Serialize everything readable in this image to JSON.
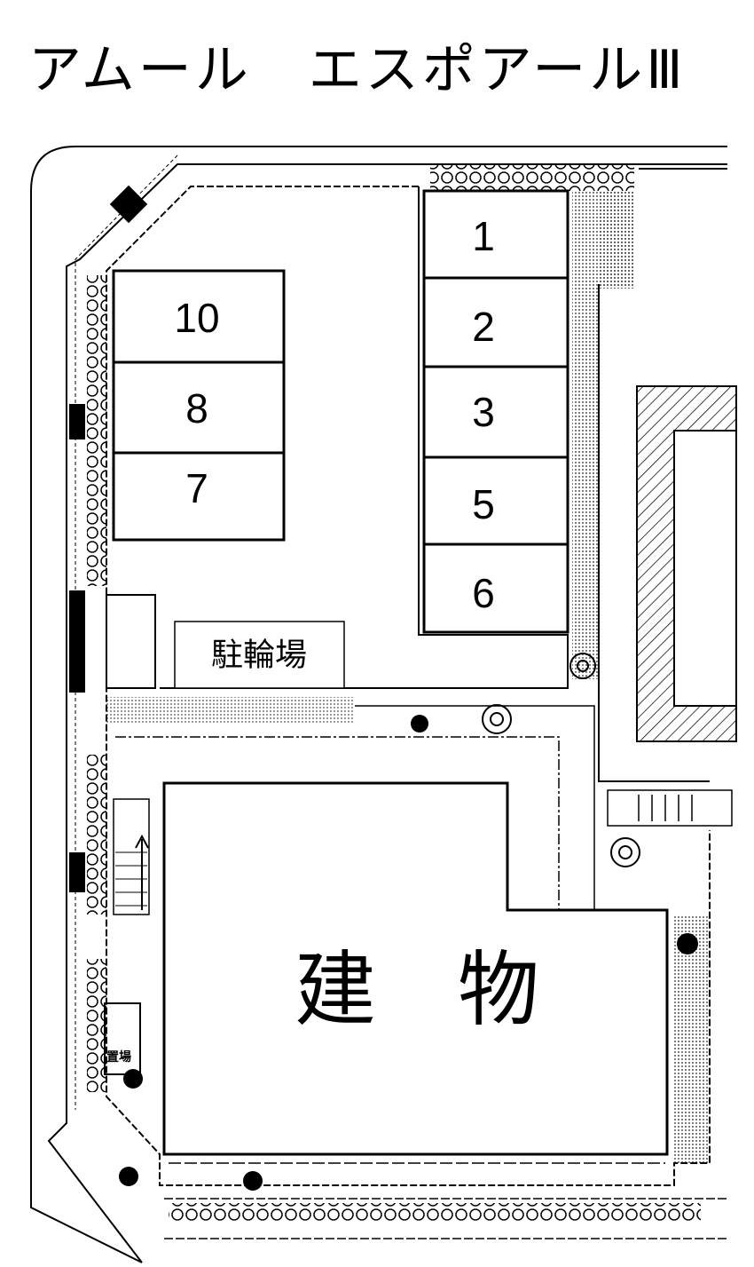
{
  "title": "アムール　エスポアールⅢ",
  "parking_slots": {
    "right": [
      "1",
      "2",
      "3",
      "5",
      "6"
    ],
    "left": [
      "10",
      "8",
      "7"
    ]
  },
  "bicycle_parking_label": "駐輪場",
  "building_label": "建　物",
  "garbage_label": "置場"
}
